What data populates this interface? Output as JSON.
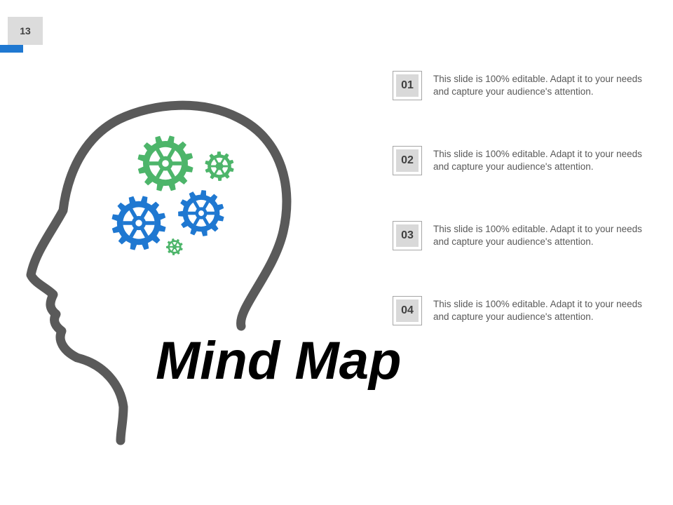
{
  "slide": {
    "page_number": "13",
    "title": "Mind Map",
    "accent_color": "#1f78d1",
    "head_color": "#5a5a5a",
    "gear_green": "#4db56a",
    "gear_blue": "#1f78d1"
  },
  "items": [
    {
      "number": "01",
      "text": "This slide is 100% editable. Adapt it to your needs and capture your audience's attention."
    },
    {
      "number": "02",
      "text": "This slide is 100% editable. Adapt it to your needs and capture your audience's attention."
    },
    {
      "number": "03",
      "text": "This slide is 100% editable. Adapt it to your needs and capture your audience's attention."
    },
    {
      "number": "04",
      "text": "This slide is 100% editable. Adapt it to your needs and capture your audience's attention."
    }
  ]
}
